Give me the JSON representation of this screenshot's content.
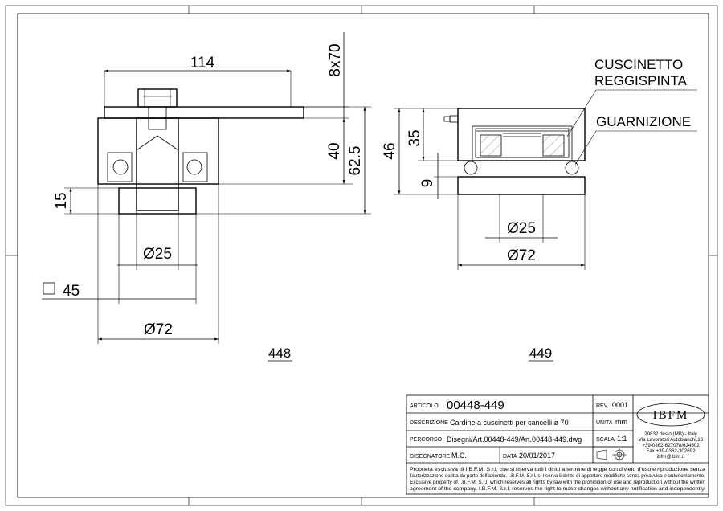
{
  "views": {
    "left_id": "448",
    "right_id": "449"
  },
  "dimensions_left": {
    "width_top": "114",
    "plate": "8x70",
    "height_40": "40",
    "height_625": "62.5",
    "height_15": "15",
    "diam_25": "Ø25",
    "square": "45",
    "diam_72": "Ø72"
  },
  "dimensions_right": {
    "height_46": "46",
    "height_35": "35",
    "height_9": "9",
    "diam_25": "Ø25",
    "diam_72": "Ø72"
  },
  "callouts": {
    "bearing_line1": "CUSCINETTO",
    "bearing_line2": "REGGISPINTA",
    "seal": "GUARNIZIONE"
  },
  "title_block": {
    "articolo_label": "ARTICOLO",
    "articolo_value": "00448-449",
    "rev_label": "REV.",
    "rev_value": "0001",
    "descrizione_label": "DESCRIZIONE",
    "descrizione_value": "Cardine a cuscinetti per cancelli ø 70",
    "unita_label": "UNITA",
    "unita_value": "mm",
    "percorso_label": "PERCORSO",
    "percorso_value": "Disegni/Art.00448-449/Art.00448-449.dwg",
    "scala_label": "SCALA",
    "scala_value": "1:1",
    "disegnatore_label": "DISEGNATORE",
    "disegnatore_value": "M.C.",
    "data_label": "DATA",
    "data_value": "20/01/2017",
    "logo": "IBFM",
    "address": [
      "20832 desio (MB) - Italy",
      "Via Lavoratori Autobianchi,18",
      "+39-0362-627078/624502",
      "Fax +39-0362-302692",
      "ibfm@ibfm.it"
    ],
    "notice": [
      "Proprietà esclusiva di I.B.F.M. S.r.l. che si riserva tutti i diritti a termine di legge con divieto d'uso e riproduzione senza",
      "l'autorizzazione scritta da parte dell'azienda. I.B.F.M. S.r.l. si riserva il diritto di apportare modifiche senza preavviso e autonomamente.",
      "Exclusive property of I.B.F.M. S.r.l. which reserves all rights by law with the prohibition of use and reproduction without the written",
      "agreement of the company. I.B.F.M. S.r.l. reserves the right to make changes without any notification and independently."
    ]
  }
}
